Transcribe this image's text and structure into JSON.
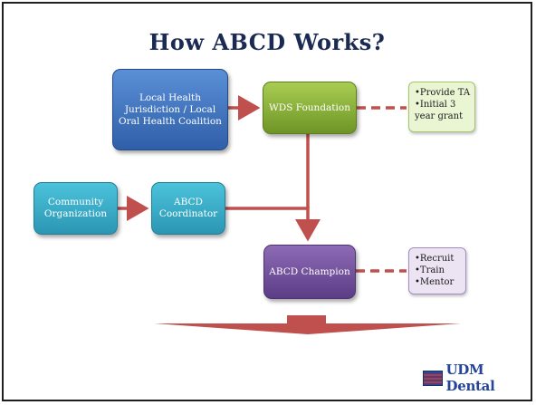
{
  "slide": {
    "title": "How ABCD Works?"
  },
  "nodes": {
    "lhj": "Local Health Jurisdiction / Local Oral Health Coalition",
    "wds": "WDS Foundation",
    "community_org": "Community Organization",
    "coordinator": "ABCD Coordinator",
    "champion": "ABCD Champion"
  },
  "notes": {
    "wds_support": [
      "•Provide TA",
      "•Initial 3 year grant"
    ],
    "champion_roles": [
      "•Recruit",
      "•Train",
      "•Mentor"
    ]
  },
  "logo": {
    "text": "UDM Dental"
  },
  "colors": {
    "arrow": "#c0504d",
    "title": "#1a2a52",
    "logo": "#24449a"
  }
}
